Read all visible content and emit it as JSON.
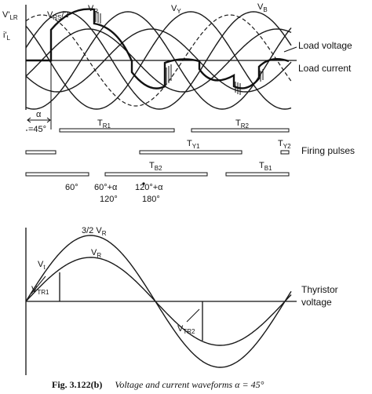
{
  "top_plot": {
    "y_axis_label_v": "V'",
    "y_axis_label_v_sub": "LR",
    "y_axis_label_i": "i'",
    "y_axis_label_i_sub": "L",
    "wave_labels": {
      "vrs_half": "V",
      "vrs_half_sub": "RS",
      "vrs_half_suffix": "/2",
      "vr": "V",
      "vr_sub": "R",
      "vy": "V",
      "vy_sub": "Y",
      "vb": "V",
      "vb_sub": "B"
    },
    "load_voltage": "Load voltage",
    "load_current": "Load current"
  },
  "firing": {
    "alpha_symbol": "α",
    "alpha_value": "=45°",
    "label": "Firing pulses",
    "pulses": [
      {
        "id": "tr1",
        "name": "T",
        "sub": "R1"
      },
      {
        "id": "tr2",
        "name": "T",
        "sub": "R2"
      },
      {
        "id": "ty1",
        "name": "T",
        "sub": "Y1"
      },
      {
        "id": "ty2",
        "name": "T",
        "sub": "Y2"
      },
      {
        "id": "tb2",
        "name": "T",
        "sub": "B2"
      },
      {
        "id": "tb1",
        "name": "T",
        "sub": "B1"
      }
    ],
    "angles": [
      "60°",
      "60°+α",
      "120°+α",
      "120°",
      "180°"
    ]
  },
  "bottom_plot": {
    "label_vr32": "3/2 V",
    "label_vr32_sub": "R",
    "label_vr": "V",
    "label_vr_sub": "R",
    "label_vt": "V",
    "label_vt_sub": "t",
    "label_vtr1": "V",
    "label_vtr1_sub": "TR1",
    "label_vtr2": "V",
    "label_vtr2_sub": "TR2",
    "thyristor_line1": "Thyristor",
    "thyristor_line2": "voltage"
  },
  "caption": {
    "number": "Fig. 3.122(b)",
    "text": "Voltage and current waveforms α = 45°"
  }
}
